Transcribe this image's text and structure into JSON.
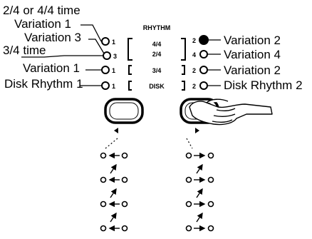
{
  "labels": {
    "time_24_44": "2/4 or 4/4 time",
    "left_variation1_top": "Variation 1",
    "left_variation3": "Variation 3",
    "time_34": "3/4 time",
    "left_variation1_mid": "Variation 1",
    "left_disk_rhythm1": "Disk Rhythm 1",
    "right_variation2_top": "Variation 2",
    "right_variation4": "Variation 4",
    "right_variation2_mid": "Variation 2",
    "right_disk_rhythm2": "Disk Rhythm 2"
  },
  "panel": {
    "title": "RHYTHM",
    "row1": "4/4",
    "row2": "2/4",
    "row3": "3/4",
    "row4": "DISK",
    "led_left_1": "1",
    "led_left_3": "3",
    "led_left_row3": "1",
    "led_left_row4": "1",
    "led_right_2": "2",
    "led_right_4": "4",
    "led_right_row3": "2",
    "led_right_row4": "2"
  },
  "icons": {
    "left_button": "rounded-button",
    "right_button": "rounded-button-pressed-by-hand",
    "arrows": "arrow-icons"
  }
}
